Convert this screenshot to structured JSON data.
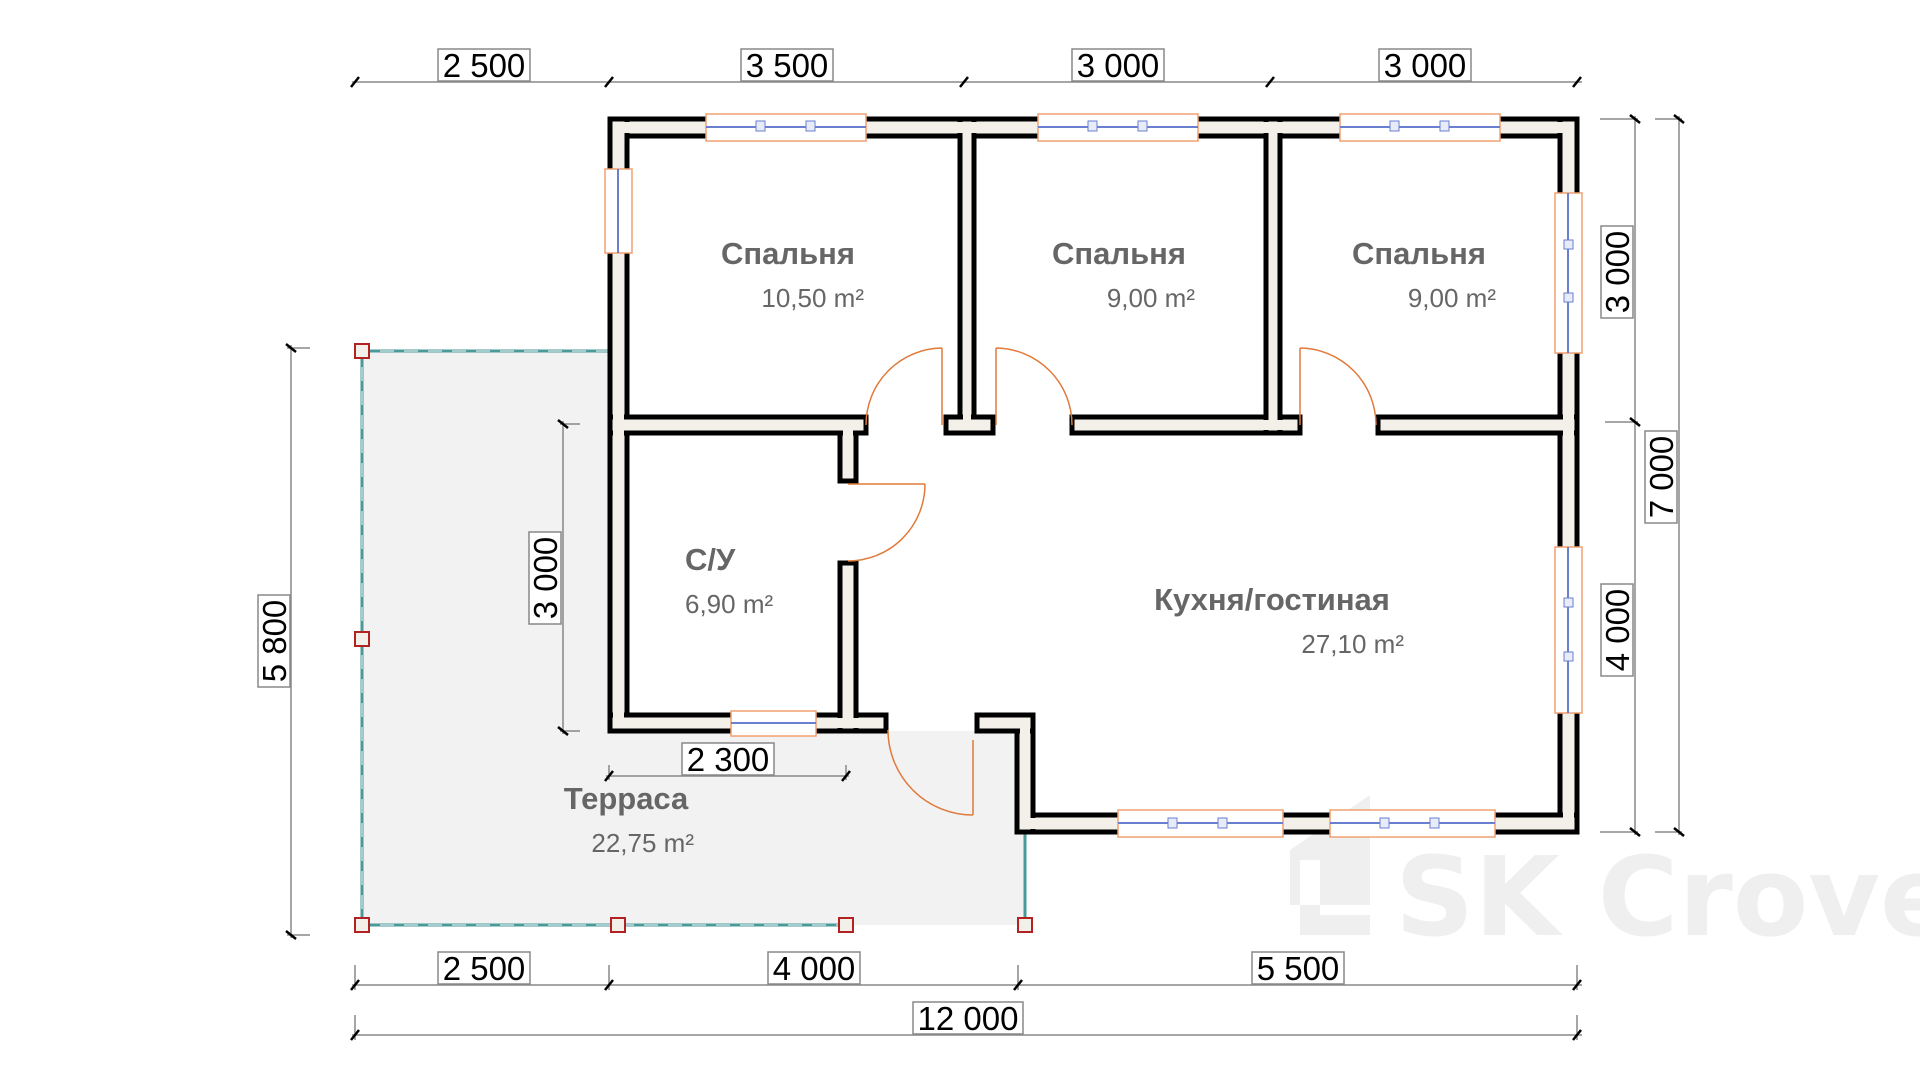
{
  "plan": {
    "colors": {
      "wall_fill": "#f3f0ea",
      "wall_stroke": "#000000",
      "terrace_fill": "#f2f2f2",
      "terrace_edge": "#4a9a9a",
      "post": "#b22222",
      "door": "#e07a3a",
      "window_frame": "#f0a070",
      "window_glass": "#6a7fd0",
      "dim_line": "#888888"
    },
    "rooms": [
      {
        "id": "bedroom-1",
        "name": "Спальня",
        "area": "10,50 m²"
      },
      {
        "id": "bedroom-2",
        "name": "Спальня",
        "area": "9,00 m²"
      },
      {
        "id": "bedroom-3",
        "name": "Спальня",
        "area": "9,00 m²"
      },
      {
        "id": "bathroom",
        "name": "С/У",
        "area": "6,90 m²"
      },
      {
        "id": "kitchen-living",
        "name": "Кухня/гостиная",
        "area": "27,10 m²"
      },
      {
        "id": "terrace",
        "name": "Терраса",
        "area": "22,75 m²"
      }
    ],
    "dimensions": {
      "top": [
        "2 500",
        "3 500",
        "3 000",
        "3 000"
      ],
      "bottom": [
        "2 500",
        "4 000",
        "5 500"
      ],
      "total_width": "12 000",
      "left_terrace": "5 800",
      "right_upper": "3 000",
      "right_lower": "4 000",
      "right_total": "7 000",
      "inner_vertical": "3 000",
      "inner_horizontal": "2 300"
    },
    "watermark": "SK Croves"
  }
}
